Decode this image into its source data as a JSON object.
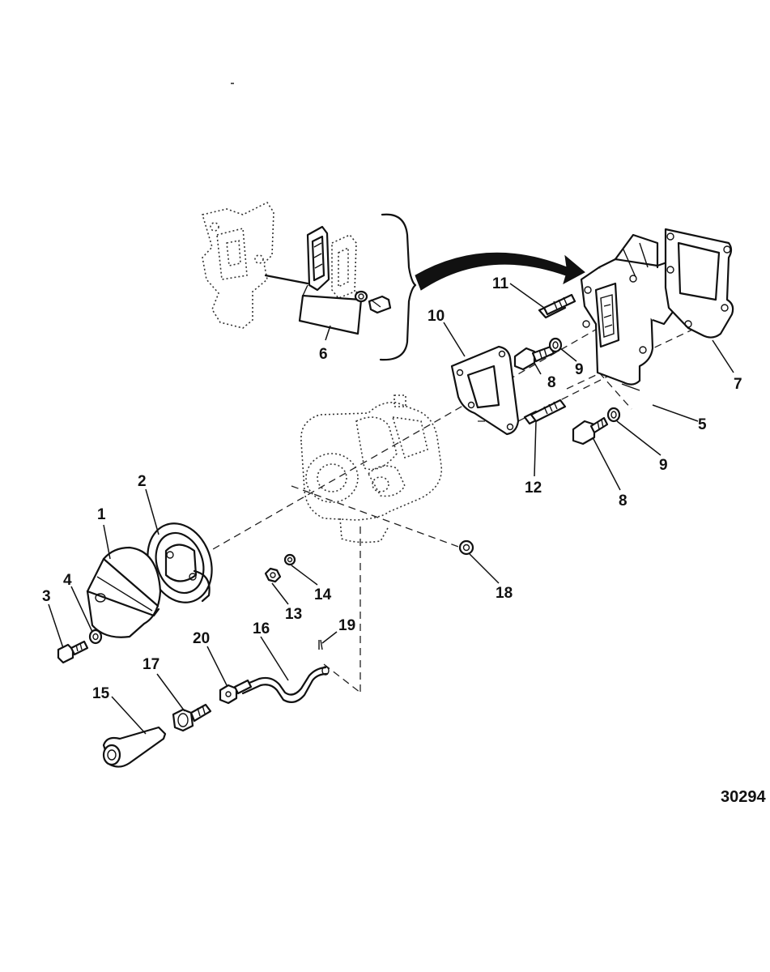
{
  "figure_id": "30294",
  "callouts": [
    {
      "id": "c1",
      "label": "1"
    },
    {
      "id": "c2",
      "label": "2"
    },
    {
      "id": "c3",
      "label": "3"
    },
    {
      "id": "c4",
      "label": "4"
    },
    {
      "id": "c5",
      "label": "5"
    },
    {
      "id": "c6",
      "label": "6"
    },
    {
      "id": "c7",
      "label": "7"
    },
    {
      "id": "c8a",
      "label": "8"
    },
    {
      "id": "c8b",
      "label": "8"
    },
    {
      "id": "c9a",
      "label": "9"
    },
    {
      "id": "c9b",
      "label": "9"
    },
    {
      "id": "c10",
      "label": "10"
    },
    {
      "id": "c11",
      "label": "11"
    },
    {
      "id": "c12",
      "label": "12"
    },
    {
      "id": "c13",
      "label": "13"
    },
    {
      "id": "c14",
      "label": "14"
    },
    {
      "id": "c15",
      "label": "15"
    },
    {
      "id": "c16",
      "label": "16"
    },
    {
      "id": "c17",
      "label": "17"
    },
    {
      "id": "c18",
      "label": "18"
    },
    {
      "id": "c19",
      "label": "19"
    },
    {
      "id": "c20",
      "label": "20"
    }
  ]
}
